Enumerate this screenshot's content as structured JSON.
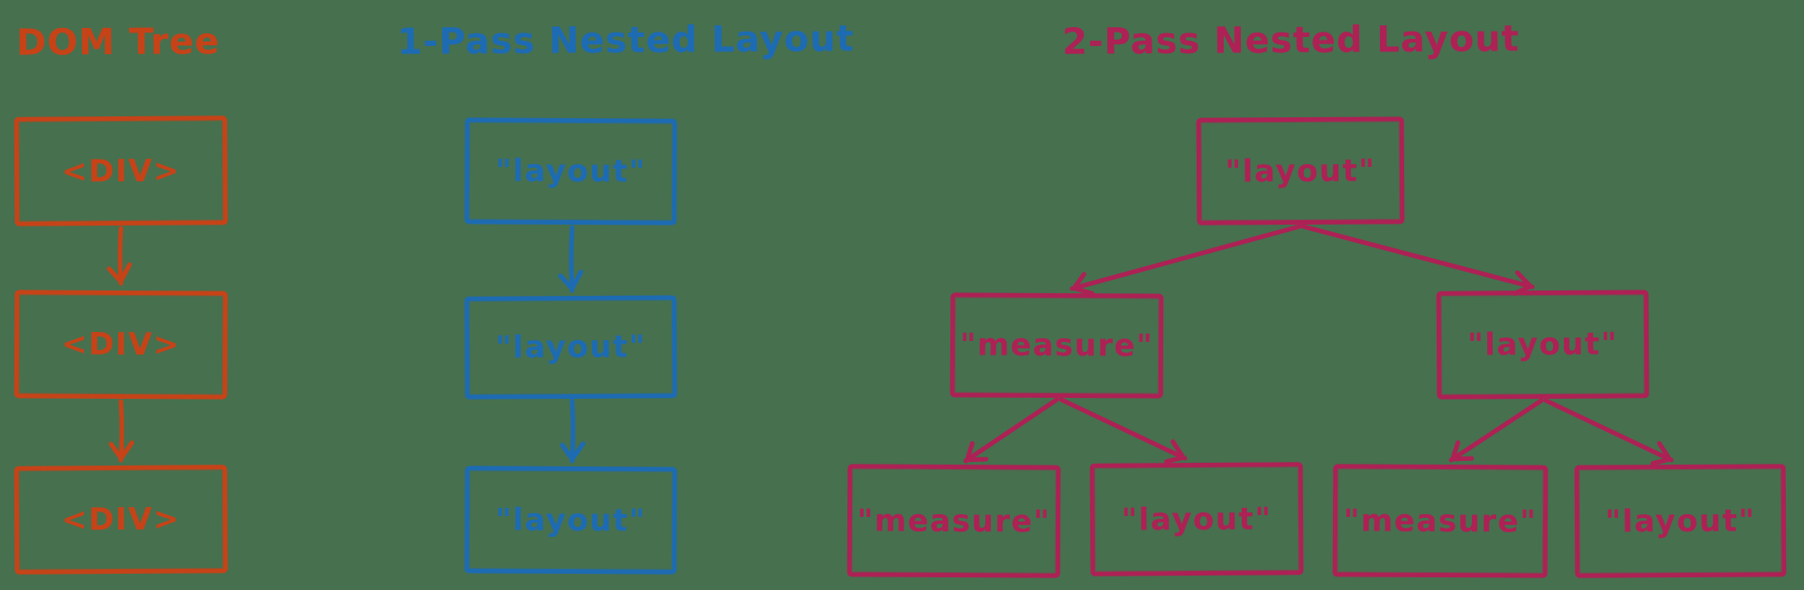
{
  "colors": {
    "background": "#47704e",
    "dom_tree_accent": "#c64318",
    "one_pass_accent": "#1d6bb3",
    "two_pass_accent": "#ad2155"
  },
  "dom_tree": {
    "title": "DOM Tree",
    "nodes": [
      {
        "label": "<DIV>"
      },
      {
        "label": "<DIV>"
      },
      {
        "label": "<DIV>"
      }
    ]
  },
  "one_pass": {
    "title": "1-Pass Nested Layout",
    "nodes": [
      {
        "label": "\"layout\""
      },
      {
        "label": "\"layout\""
      },
      {
        "label": "\"layout\""
      }
    ]
  },
  "two_pass": {
    "title": "2-Pass Nested Layout",
    "root": {
      "label": "\"layout\""
    },
    "children": [
      {
        "label": "\"measure\""
      },
      {
        "label": "\"layout\""
      }
    ],
    "grandchildren": [
      {
        "label": "\"measure\""
      },
      {
        "label": "\"layout\""
      },
      {
        "label": "\"measure\""
      },
      {
        "label": "\"layout\""
      }
    ]
  }
}
